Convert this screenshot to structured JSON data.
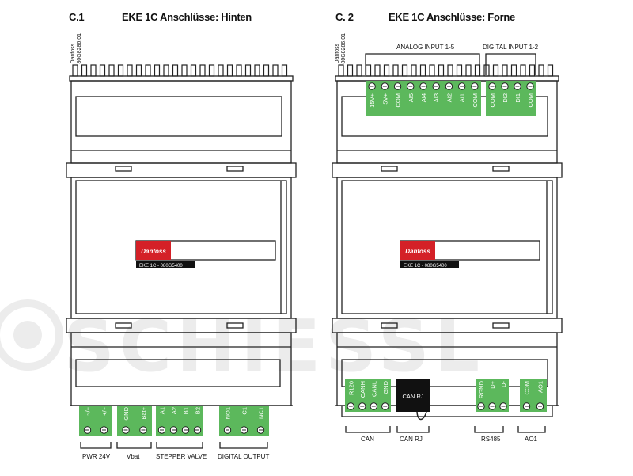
{
  "watermark": "SCHIESSL",
  "left": {
    "section": "C.1",
    "title": "EKE 1C Anschlüsse: Hinten",
    "part_number": "Danfoss\n80G8286.01",
    "logo": "Danfoss",
    "model": "EKE 1C - 080G5400",
    "groups": [
      {
        "label": "PWR 24V",
        "terminals": [
          "~/−",
          "+/~"
        ]
      },
      {
        "label": "Vbat",
        "terminals": [
          "GND",
          "Bat+"
        ]
      },
      {
        "label": "STEPPER VALVE",
        "terminals": [
          "A1",
          "A2",
          "B1",
          "B2"
        ]
      },
      {
        "label": "DIGITAL OUTPUT",
        "terminals": [
          "NO1",
          "C1",
          "NC1"
        ]
      }
    ]
  },
  "right": {
    "section": "C. 2",
    "title": "EKE 1C Anschlüsse: Forne",
    "part_number": "Danfoss\n80G8286.01",
    "logo": "Danfoss",
    "model": "EKE 1C - 080G5400",
    "top_groups": [
      {
        "label": "ANALOG INPUT 1-5",
        "terminals": [
          "15V+",
          "5V+",
          "COM",
          "AI5",
          "AI4",
          "AI3",
          "AI2",
          "AI1",
          "COM"
        ]
      },
      {
        "label": "DIGITAL INPUT 1-2",
        "terminals": [
          "COM",
          "DI2",
          "DI1",
          "COM"
        ]
      }
    ],
    "bottom_groups": [
      {
        "label": "CAN",
        "terminals": [
          "R120",
          "CANH",
          "CANL",
          "GND"
        ]
      },
      {
        "label": "CAN RJ",
        "terminals": [
          "CAN RJ"
        ]
      },
      {
        "label": "RS485",
        "terminals": [
          "RGND",
          "D+",
          "D-"
        ]
      },
      {
        "label": "AO1",
        "terminals": [
          "COM",
          "AO1"
        ]
      }
    ]
  },
  "colors": {
    "terminal_green": "#5cb85c",
    "logo_red": "#d42027",
    "outline": "#222222"
  }
}
